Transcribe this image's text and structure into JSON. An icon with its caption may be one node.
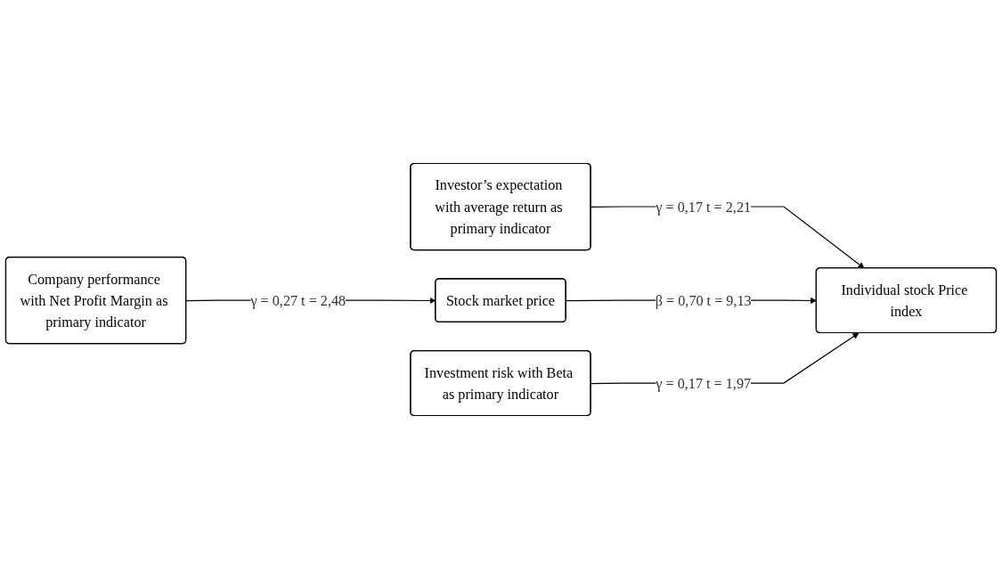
{
  "diagram": {
    "nodes": [
      {
        "text": [
          "Investor’s expectation with average return as primary indicator"
        ]
      },
      {
        "text": [
          "Company performance with Net Profit Margin as primary indicator"
        ]
      },
      {
        "text": [
          "Investment risk with Beta as primary indicator"
        ]
      },
      {
        "text": [
          "Stock market price"
        ]
      },
      {
        "text": [
          "Individual stock Price index"
        ]
      }
    ],
    "edges": [
      {
        "from": 0,
        "to": 4,
        "arrow": "to",
        "label": "γ = 0,17 t = 2,21"
      },
      {
        "from": 1,
        "to": 3,
        "arrow": "to",
        "label": "γ = 0,27 t = 2,48"
      },
      {
        "from": 3,
        "to": 4,
        "arrow": "to",
        "label": "β = 0,70 t = 9,13"
      },
      {
        "from": 2,
        "to": 4,
        "arrow": "to",
        "label": "γ = 0,17 t = 1,97"
      }
    ]
  }
}
